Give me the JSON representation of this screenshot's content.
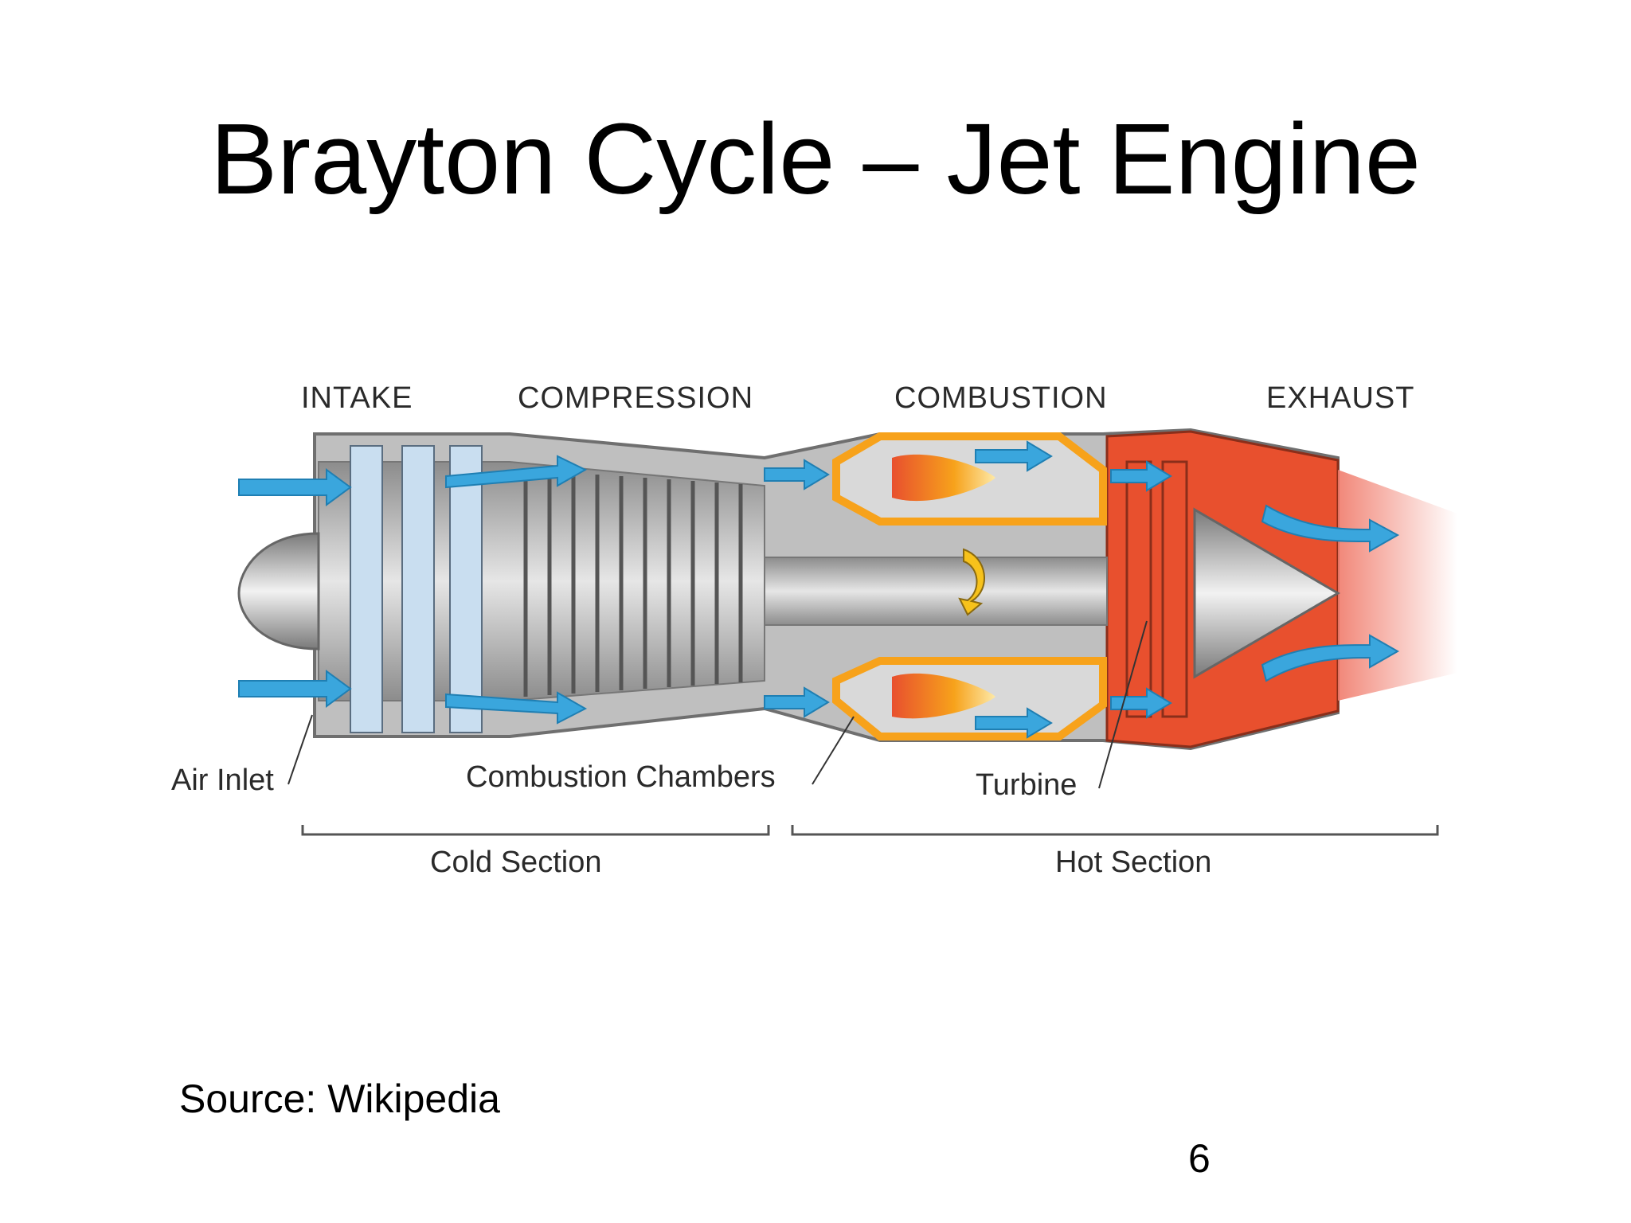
{
  "title": "Brayton Cycle – Jet Engine",
  "diagram": {
    "stages": [
      "INTAKE",
      "COMPRESSION",
      "COMBUSTION",
      "EXHAUST"
    ],
    "callouts": {
      "air_inlet": "Air Inlet",
      "combustion_chambers": "Combustion Chambers",
      "turbine": "Turbine"
    },
    "sections": {
      "cold": "Cold Section",
      "hot": "Hot Section"
    },
    "colors": {
      "airflow": "#3aa6dd",
      "casing": "#9a9a9a",
      "hot_exhaust": "#e8502e",
      "flame": "#f7a21b",
      "compressor_blue": "#c9def0"
    }
  },
  "footer": {
    "source": "Source:  Wikipedia",
    "page_number": "6"
  }
}
